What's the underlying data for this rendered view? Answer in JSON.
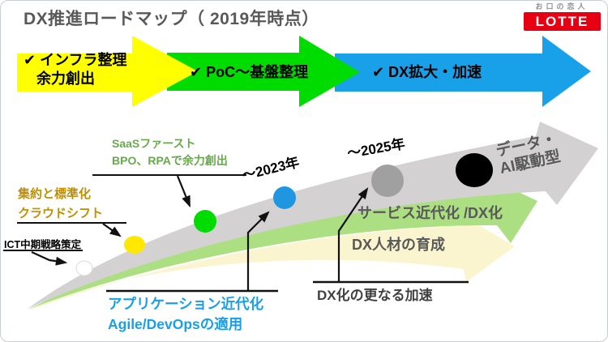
{
  "slide": {
    "title": "DX推進ロードマップ（ 2019年時点）"
  },
  "logo": {
    "tagline": "お口の恋人",
    "brand": "LOTTE",
    "brand_color": "#e60012"
  },
  "phases": [
    {
      "label_line1": "✔ インフラ整理",
      "label_line2": "余力創出",
      "color": "#ffff00"
    },
    {
      "label_line1": "✔ PoC～基盤整理",
      "label_line2": "",
      "color": "#00dc00"
    },
    {
      "label_line1": "✔ DX拡大・加速",
      "label_line2": "",
      "color": "#18a0e8"
    }
  ],
  "roadmap": {
    "years": {
      "y2023": "～2023年",
      "y2025": "～2025年"
    },
    "band_labels": {
      "gray_band_line1": "データ・",
      "gray_band_line2": "AI駆動型",
      "green_band": "サービス近代化 /DX化",
      "yellow_band": "DX人材の育成"
    },
    "milestones": [
      {
        "id": "ict",
        "label_line1": "ICT中期戦略策定",
        "label_line2": "",
        "dot_color": "#ffffff",
        "label_color": "#000000"
      },
      {
        "id": "cloud",
        "label_line1": "集約と標準化",
        "label_line2": "クラウドシフト",
        "dot_color": "#ffe800",
        "label_color": "#bf9000"
      },
      {
        "id": "saas",
        "label_line1": "SaaSファースト",
        "label_line2": "BPO、RPAで余力創出",
        "dot_color": "#00dc00",
        "label_color": "#6aa84f"
      },
      {
        "id": "app",
        "label_line1": "アプリケーション近代化",
        "label_line2": "Agile/DevOpsの適用",
        "dot_color": "#2196e0",
        "label_color": "#1b9fe4"
      },
      {
        "id": "accel",
        "label_line1": "DX化の更なる加速",
        "label_line2": "",
        "dot_color": "#a0a0a0",
        "label_color": "#404040"
      },
      {
        "id": "dataai",
        "label_line1": "データ・AI駆動型",
        "label_line2": "",
        "dot_color": "#000000",
        "label_color": "#595959"
      }
    ]
  },
  "colors": {
    "band_gray": "#d3d1d1",
    "band_green": "#acdf81",
    "band_yellow": "#faf4cf",
    "title_text": "#595959",
    "leader_line": "#111111"
  }
}
